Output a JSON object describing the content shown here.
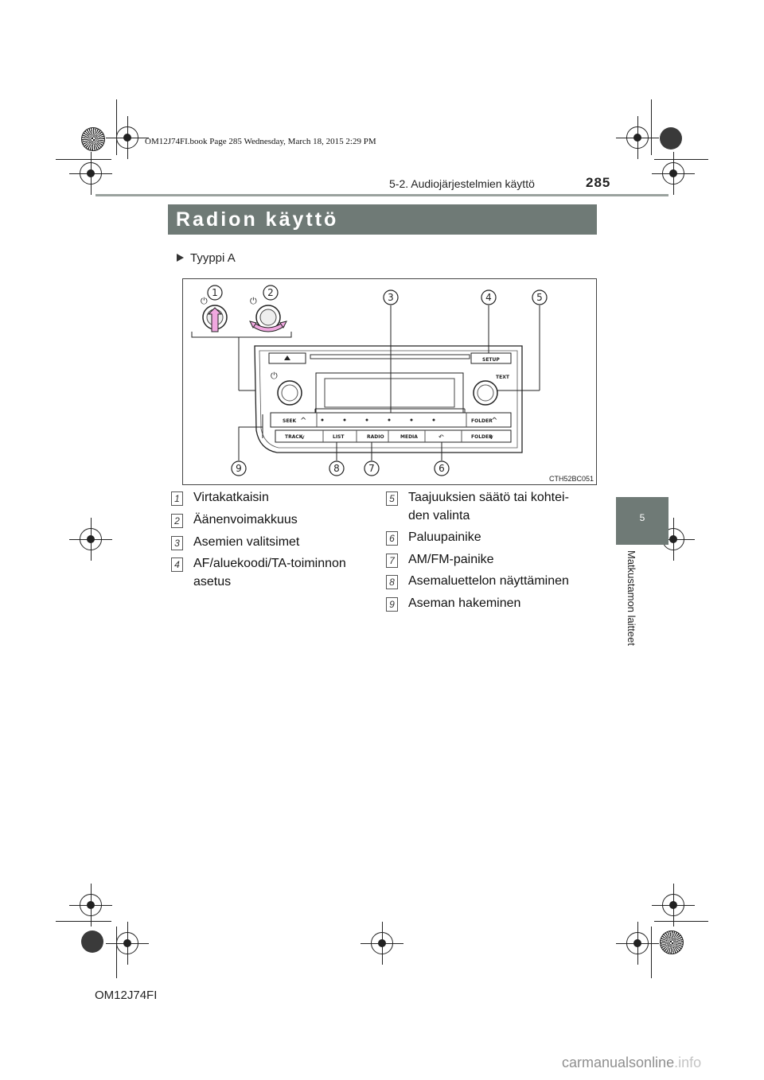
{
  "book_info": "OM12J74FI.book  Page 285  Wednesday, March 18, 2015  2:29 PM",
  "header": {
    "section": "5-2. Audiojärjestelmien käyttö",
    "page_number": "285"
  },
  "title": "Radion käyttö",
  "side_tab": {
    "number": "5",
    "label": "Matkustamon laitteet"
  },
  "subheading": "Tyyppi A",
  "figure": {
    "code": "CTH52BC051",
    "callouts": [
      "1",
      "2",
      "3",
      "4",
      "5",
      "6",
      "7",
      "8",
      "9"
    ],
    "panel_labels": {
      "setup": "SETUP",
      "text": "TEXT",
      "seek": "SEEK",
      "track": "TRACK",
      "folder_up": "FOLDER",
      "folder_down": "FOLDER",
      "list": "LIST",
      "radio": "RADIO",
      "media": "MEDIA"
    }
  },
  "items_left": [
    {
      "num": "1",
      "text": "Virtakatkaisin"
    },
    {
      "num": "2",
      "text": "Äänenvoimakkuus"
    },
    {
      "num": "3",
      "text": "Asemien valitsimet"
    },
    {
      "num": "4",
      "text": "AF/aluekoodi/TA-toiminnon asetus"
    }
  ],
  "items_right": [
    {
      "num": "5",
      "text": "Taajuuksien säätö tai kohtei-den valinta"
    },
    {
      "num": "6",
      "text": "Paluupainike"
    },
    {
      "num": "7",
      "text": "AM/FM-painike"
    },
    {
      "num": "8",
      "text": "Asemaluettelon näyttäminen"
    },
    {
      "num": "9",
      "text": "Aseman hakeminen"
    }
  ],
  "footer": "OM12J74FI",
  "watermark": {
    "main": "carmanualsonline",
    "suffix": ".info"
  }
}
